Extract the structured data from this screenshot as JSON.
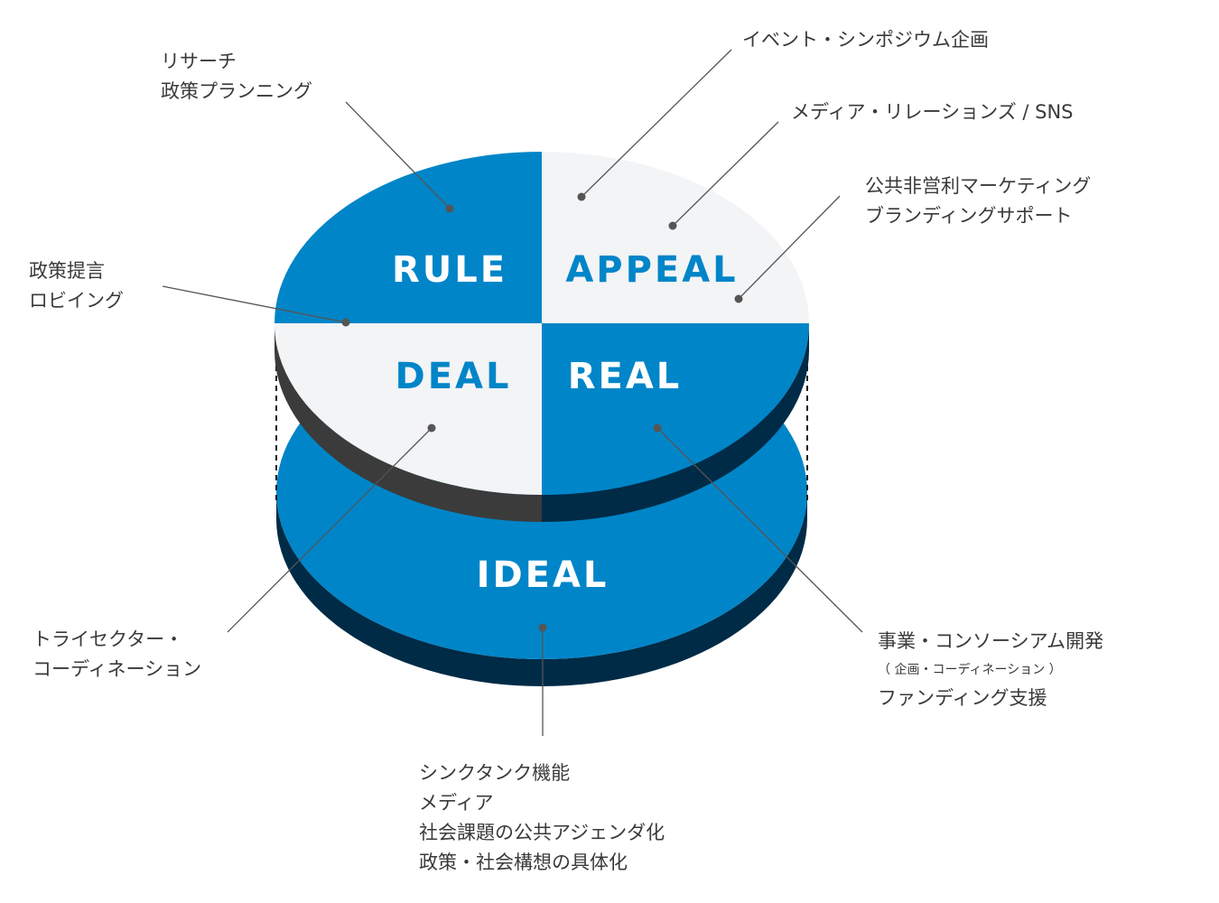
{
  "segments": {
    "rule": "RULE",
    "appeal": "APPEAL",
    "deal": "DEAL",
    "real": "REAL",
    "ideal": "IDEAL"
  },
  "annotations": {
    "rule": [
      "リサーチ",
      "政策プランニング"
    ],
    "appeal_event": [
      "イベント・シンポジウム企画"
    ],
    "appeal_media": [
      "メディア・リレーションズ / SNS"
    ],
    "appeal_marketing": [
      "公共非営利マーケティング",
      "ブランディングサポート"
    ],
    "deal_policy": [
      "政策提言",
      "ロビイング"
    ],
    "deal_trisector": [
      "トライセクター・",
      "コーディネーション"
    ],
    "real": [
      "事業・コンソーシアム開発",
      "（ 企画・コーディネーション ）",
      "ファンディング支援"
    ],
    "ideal": [
      "シンクタンク機能",
      "メディア",
      "社会課題の公共アジェンダ化",
      "政策・社会構想の具体化"
    ]
  },
  "colors": {
    "blue": "#0085c8",
    "navy": "#002b47",
    "light": "#f3f4f6",
    "dark": "#3b3b3b",
    "darker": "#1a1a1a",
    "text": "#3a3a3a",
    "line": "#555555"
  }
}
